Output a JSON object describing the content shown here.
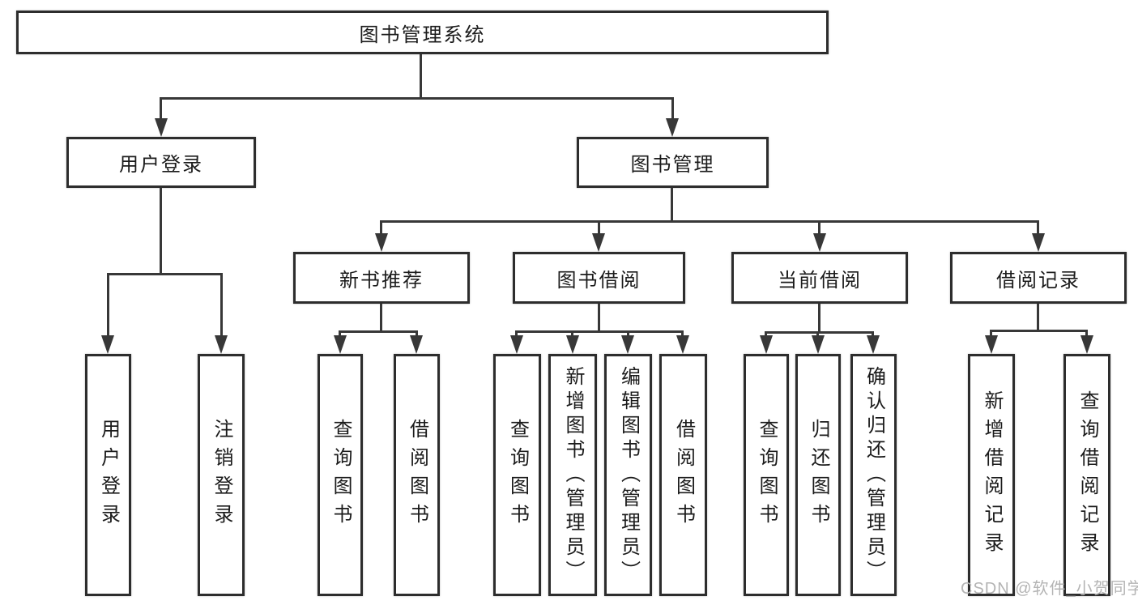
{
  "tree": {
    "root": {
      "label": "图书管理系统"
    },
    "branches": [
      {
        "label": "用户登录",
        "children": [
          {
            "label": "用户登录"
          },
          {
            "label": "注销登录"
          }
        ]
      },
      {
        "label": "图书管理",
        "children": [
          {
            "label": "新书推荐",
            "children": [
              {
                "label": "查询图书"
              },
              {
                "label": "借阅图书"
              }
            ]
          },
          {
            "label": "图书借阅",
            "children": [
              {
                "label": "查询图书"
              },
              {
                "label": "新增图书（管理员）"
              },
              {
                "label": "编辑图书（管理员）"
              },
              {
                "label": "借阅图书"
              }
            ]
          },
          {
            "label": "当前借阅",
            "children": [
              {
                "label": "查询图书"
              },
              {
                "label": "归还图书"
              },
              {
                "label": "确认归还（管理员）"
              }
            ]
          },
          {
            "label": "借阅记录",
            "children": [
              {
                "label": "新增借阅记录"
              },
              {
                "label": "查询借阅记录"
              }
            ]
          }
        ]
      }
    ]
  },
  "watermark": {
    "text": "CSDN @软件_小贺同学"
  },
  "colors": {
    "box_border": "#2d2d2d",
    "line": "#383838",
    "text": "#1b1b1b",
    "watermark": "#b4b4b4",
    "background": "#ffffff"
  }
}
